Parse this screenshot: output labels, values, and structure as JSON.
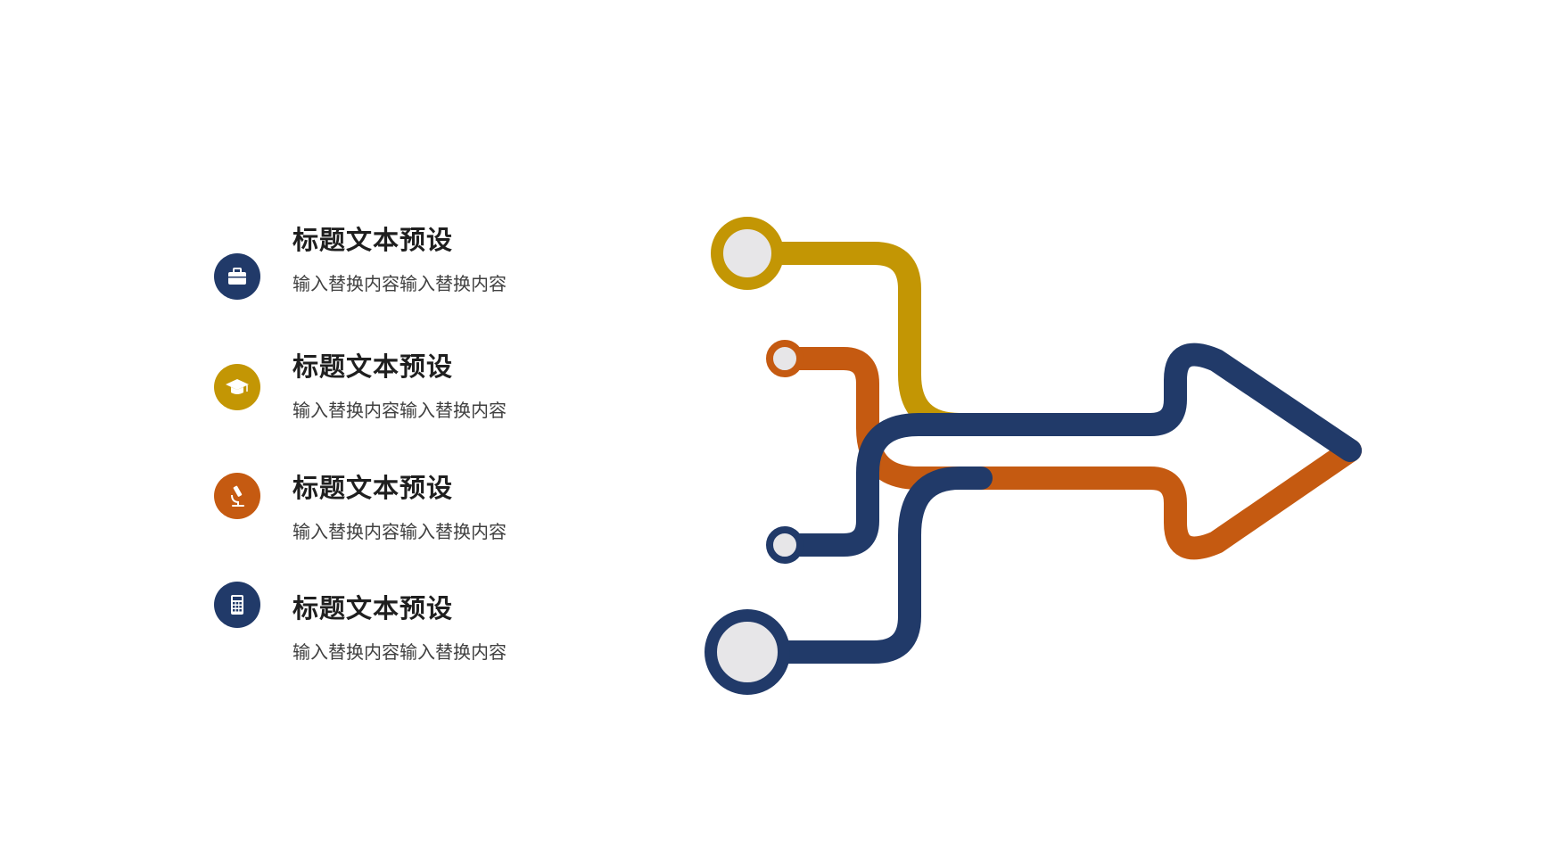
{
  "colors": {
    "navy": "#213a69",
    "gold": "#c39604",
    "orange": "#c55a11",
    "node_fill": "#e7e6e8"
  },
  "items": [
    {
      "title": "标题文本预设",
      "desc": "输入替换内容输入替换内容",
      "icon": "briefcase-icon",
      "color": "#213a69"
    },
    {
      "title": "标题文本预设",
      "desc": "输入替换内容输入替换内容",
      "icon": "graduation-cap-icon",
      "color": "#c39604"
    },
    {
      "title": "标题文本预设",
      "desc": "输入替换内容输入替换内容",
      "icon": "microscope-icon",
      "color": "#c55a11"
    },
    {
      "title": "标题文本预设",
      "desc": "输入替换内容输入替换内容",
      "icon": "calculator-icon",
      "color": "#213a69"
    }
  ]
}
